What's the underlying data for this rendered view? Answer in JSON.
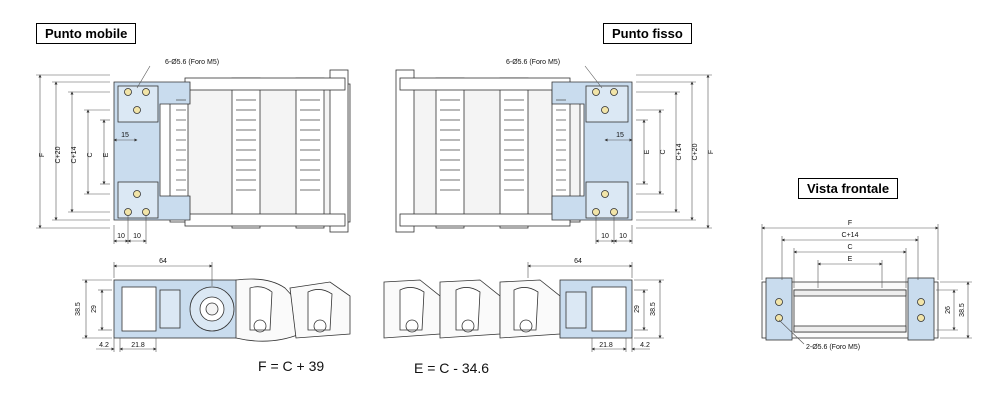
{
  "labels": {
    "moving_point": "Punto mobile",
    "fixed_point": "Punto fisso",
    "front_view": "Vista frontale"
  },
  "formulas": {
    "f_formula": "F = C + 39",
    "e_formula": "E = C - 34.6"
  },
  "dims": {
    "F": "F",
    "C20": "C+20",
    "C14": "C+14",
    "C": "C",
    "E": "E",
    "d15": "15",
    "d10": "10",
    "d64": "64",
    "d38_5": "38.5",
    "d29": "29",
    "d26": "26",
    "d4_2": "4.2",
    "d21_8": "21.8",
    "hole_top": "6-Ø5.6 (Foro M5)",
    "hole_front": "2-Ø5.6 (Foro M5)"
  },
  "colors": {
    "bracket": "#c9dcee",
    "line": "#333333",
    "dim": "#555555"
  }
}
